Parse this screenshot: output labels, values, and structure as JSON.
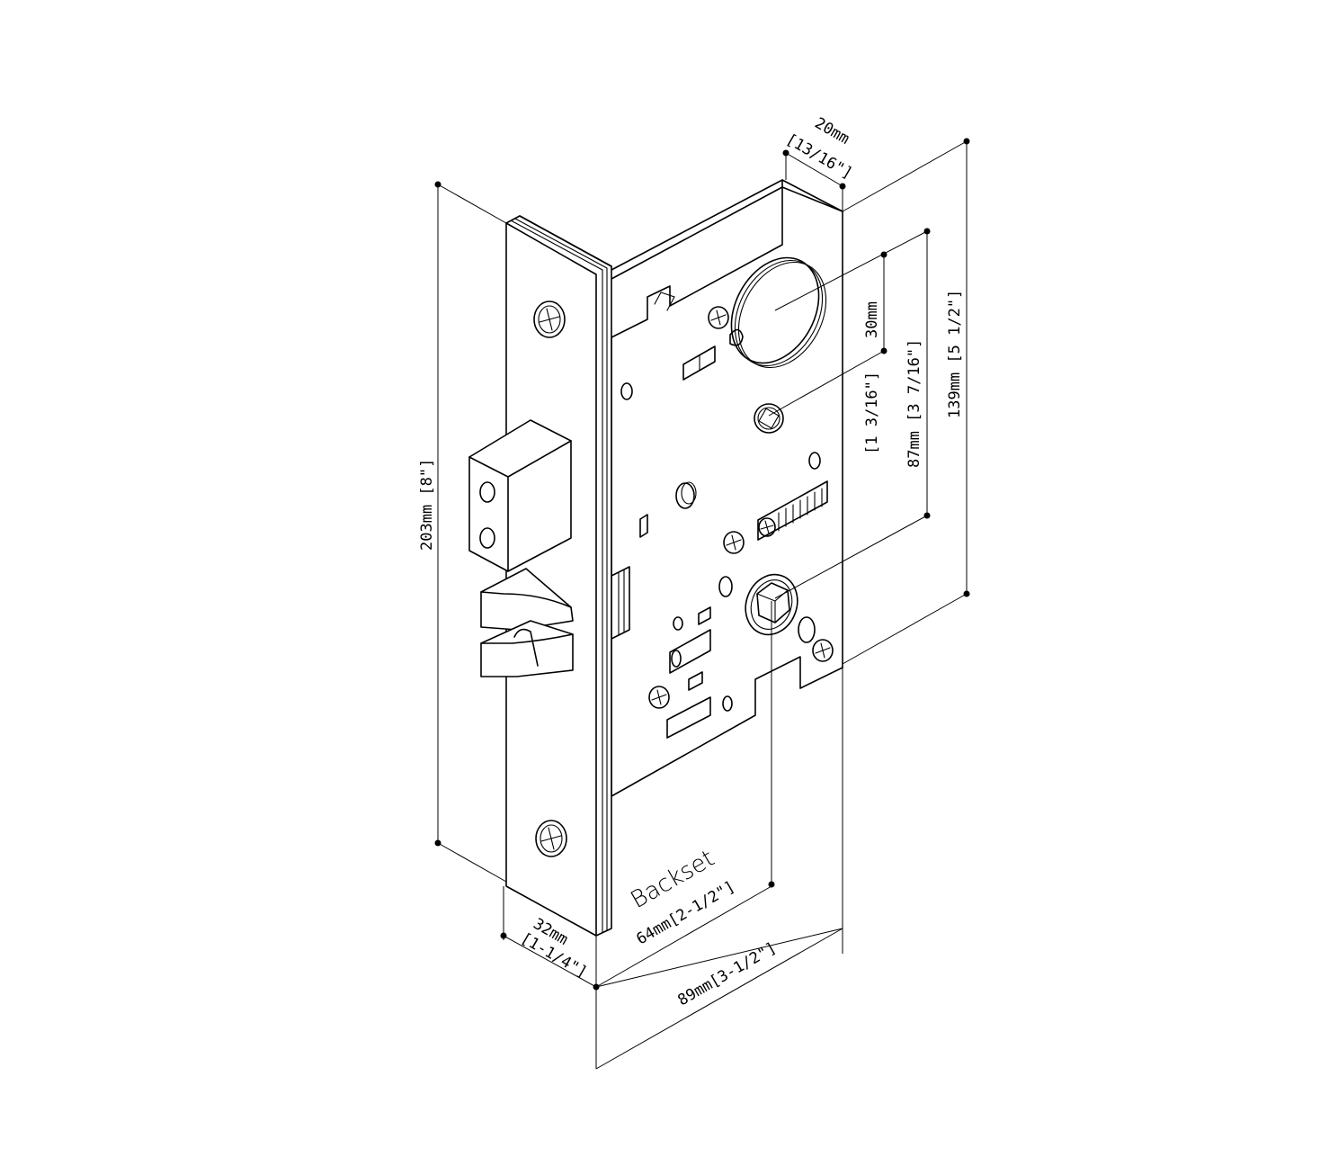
{
  "labels": {
    "face_height": "203mm [8\"]",
    "case_depth_mm": "20mm",
    "case_depth_in": "[13/16\"]",
    "hub_spacing": "30mm",
    "hub_spacing_in": "[1 3/16\"]",
    "cyl_to_hub": "87mm [3 7/16\"]",
    "case_height": "139mm [5 1/2\"]",
    "backset_title": "Backset",
    "backset_value": "64mm[2-1/2\"]",
    "face_width_mm": "32mm",
    "face_width_in": "[1-1/4\"]",
    "case_width": "89mm[3-1/2\"]"
  }
}
